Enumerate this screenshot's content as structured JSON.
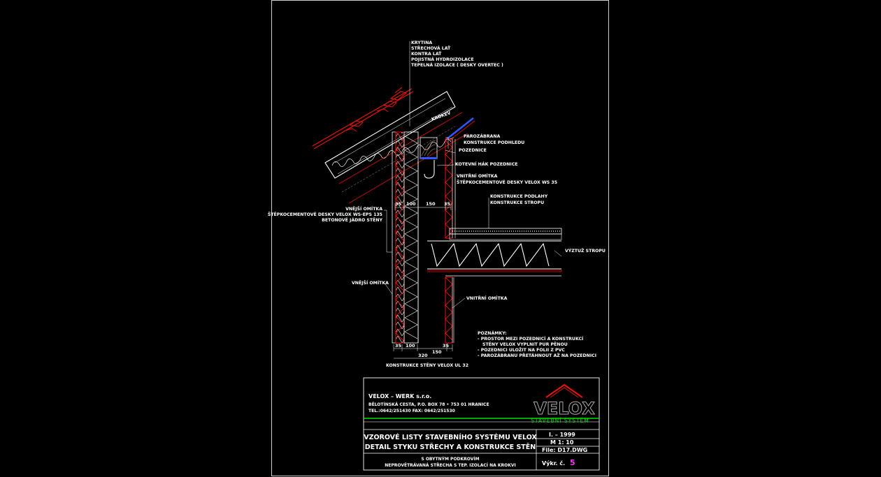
{
  "labels": {
    "roof": [
      "KRYTINA",
      "STŘECHOVÁ LAŤ",
      "KONTRA LAŤ",
      "POJISTNÁ HYDROIZOLACE",
      "TEPELNÁ IZOLACE ( DESKY OVERTEC )"
    ],
    "krokev": "KROKEV",
    "parozabrana": "PAROZÁBRANA",
    "podhled": "KONSTRUKCE PODHLEDU",
    "pozednice": "POZEDNICE",
    "kotevni": "KOTEVNÍ HÁK POZEDNICE",
    "vnitrni_top": [
      "VNITŘNÍ OMÍTKA",
      "ŠTĚPKOCEMENTOVÉ DESKY VELOX WS 35"
    ],
    "floor": [
      "KONSTRUKCE PODLAHY",
      "KONSTRUKCE STROPU"
    ],
    "left": [
      "VNĚJŠÍ OMÍTKA",
      "ŠTĚPKOCEMENTOVÉ DESKY VELOX WS-EPS 135",
      "BETONOVÉ JÁDRO STĚNY"
    ],
    "vyztuz": "VÝZTUŽ STROPU",
    "vnejsi_lower": "VNĚJŠÍ OMÍTKA",
    "vnitrni_lower": "VNITŘNÍ OMÍTKA",
    "wall_caption": "KONSTRUKCE STĚNY VELOX UL 32"
  },
  "dims_top": [
    "35",
    "100",
    "150",
    "35"
  ],
  "dims_bottom": [
    "35",
    "100",
    "150",
    "35"
  ],
  "dim_total": "320",
  "notes": {
    "title": "POZNÁMKY:",
    "items": [
      "- PROSTOR MEZI POZEDNICÍ A KONSTRUKCÍ",
      "  STĚNY VELOX VYPLNIT PUR PĚNOU",
      "- POZEDNICI ULOŽIT NA FOLII Z PVC",
      "- PAROZÁBRANU PŘETÁHNOUT AŽ NA POZEDNICI"
    ]
  },
  "titleblock": {
    "company": "VELOX – WERK s.r.o.",
    "address": "BĚLOTÍNSKÁ CESTA, P.O. BOX 78 • 753 01 HRANICE",
    "tel": "TEL.:0642/251430   FAX: 0642/251530",
    "logo": "VELOX",
    "logo_sub": "STAVEBNÍ SYSTÉM",
    "title1": "VZOROVÉ LISTY STAVEBNÍHO SYSTÉMU VELOX",
    "title2": "DETAIL STYKU STŘECHY A KONSTRUKCE STĚN",
    "sub1": "S OBYTNÝM PODKROVÍM",
    "sub2": "NEPROVĚTRÁVANÁ STŘECHA S TEP. IZOLACÍ NA KROKVI",
    "date": "I. – 1999",
    "scale": "M 1: 10",
    "file": "File: D17.DWG",
    "vykr_label": "Výkr. č.",
    "vykr_num": "5"
  },
  "colors": {
    "red": "#e8140f",
    "green": "#00e000",
    "blue": "#3355ff",
    "magenta": "#ff33ff",
    "gray": "#9a9a9a"
  }
}
